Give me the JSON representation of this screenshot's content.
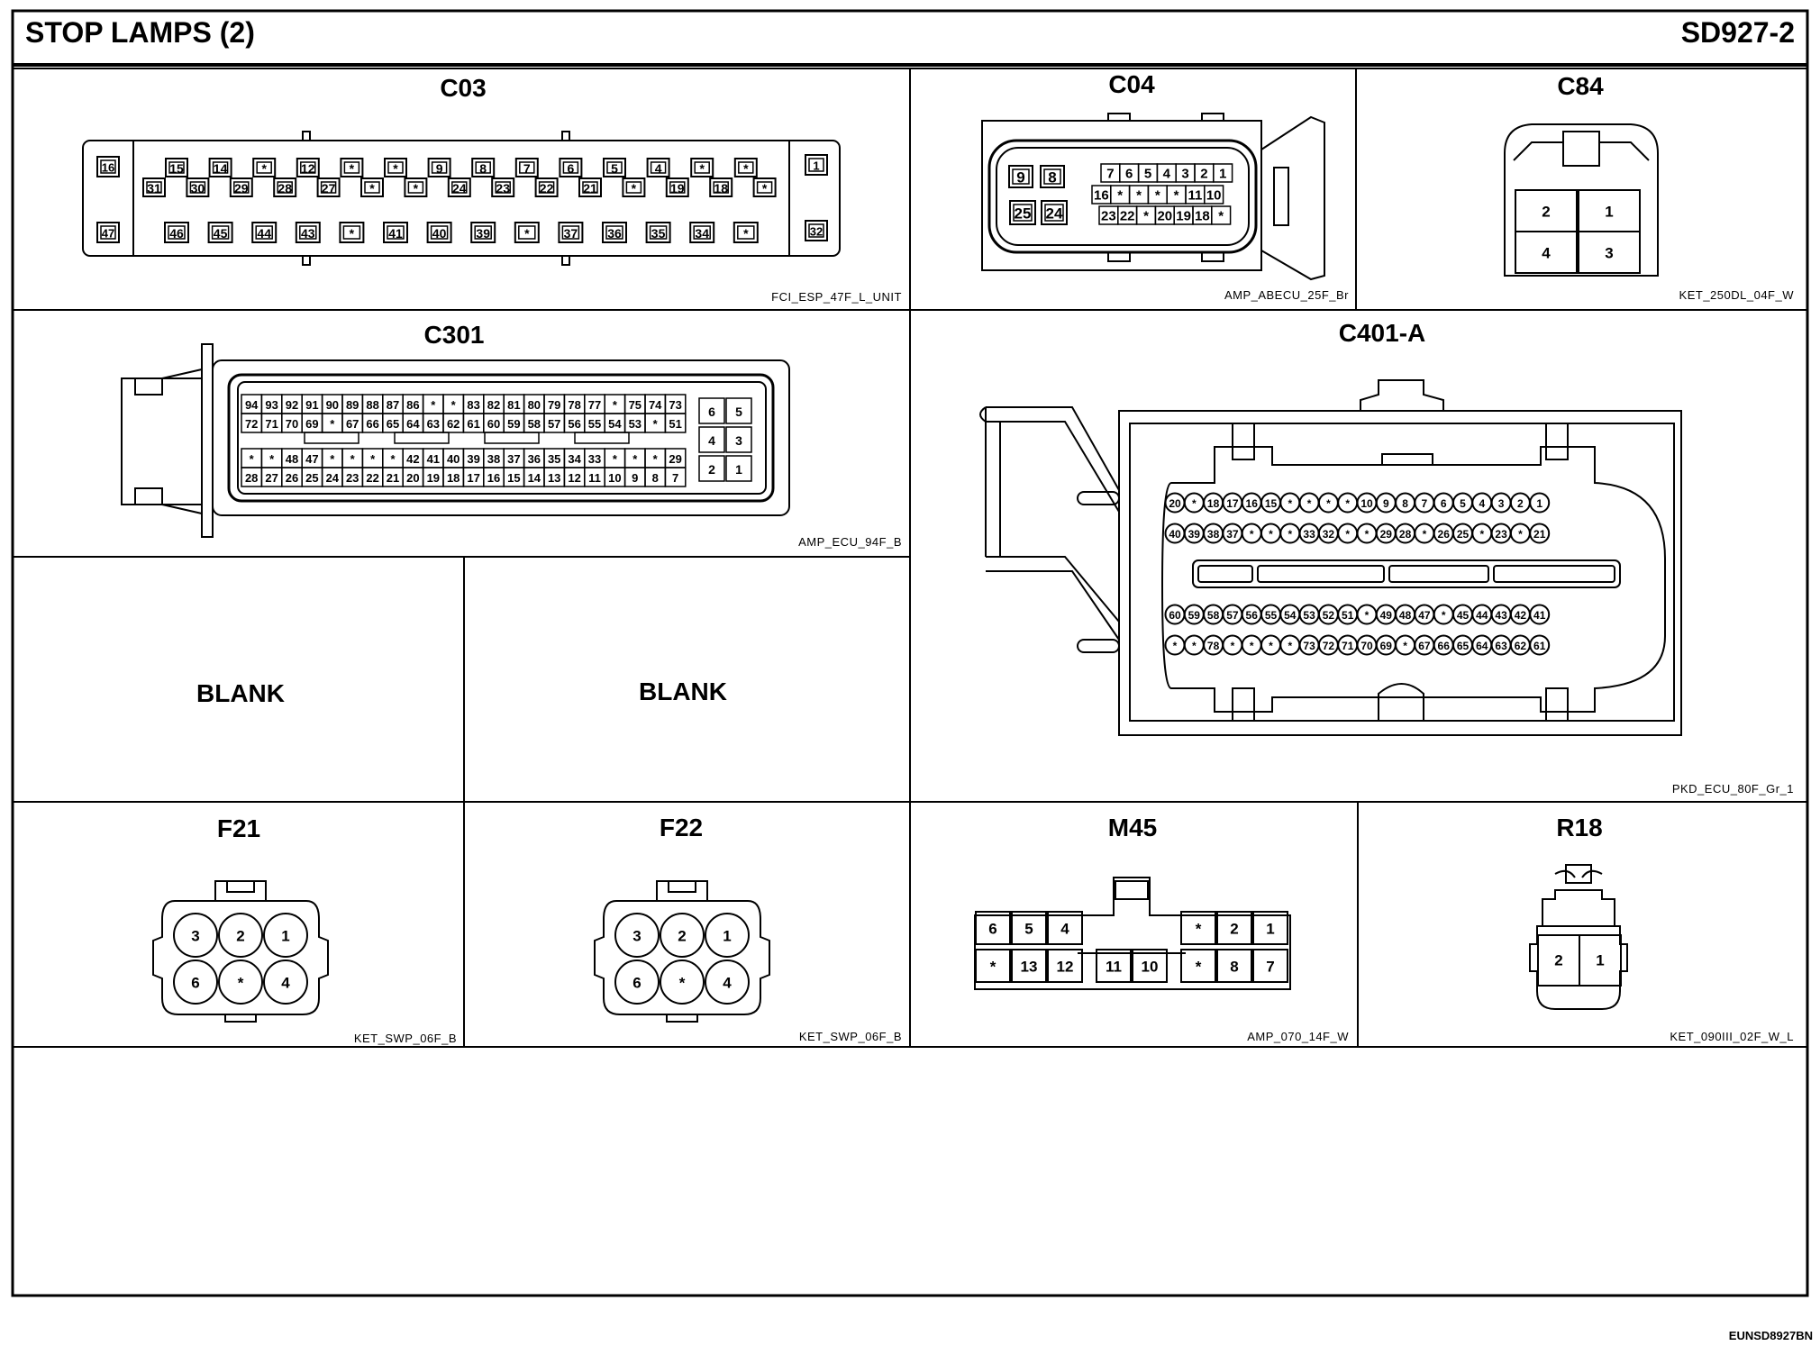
{
  "header": {
    "title": "STOP LAMPS (2)",
    "code": "SD927-2"
  },
  "document_id": "EUNSD8927BN",
  "blank_label": "BLANK",
  "connectors": {
    "C03": {
      "name": "C03",
      "part": "FCI_ESP_47F_L_UNIT",
      "row1": [
        "15",
        "14",
        "*",
        "12",
        "*",
        "*",
        "9",
        "8",
        "7",
        "6",
        "5",
        "4",
        "*",
        "*"
      ],
      "row2": [
        "31",
        "30",
        "29",
        "28",
        "27",
        "*",
        "*",
        "24",
        "23",
        "22",
        "21",
        "*",
        "19",
        "18",
        "*"
      ],
      "row3": [
        "46",
        "45",
        "44",
        "43",
        "*",
        "41",
        "40",
        "39",
        "*",
        "37",
        "36",
        "35",
        "34",
        "*"
      ],
      "left": [
        "16",
        "47"
      ],
      "right": [
        "1",
        "32"
      ]
    },
    "C04": {
      "name": "C04",
      "part": "AMP_ABECU_25F_Br",
      "left_top": [
        "9",
        "8"
      ],
      "left_bottom": [
        "25",
        "24"
      ],
      "row1": [
        "7",
        "6",
        "5",
        "4",
        "3",
        "2",
        "1"
      ],
      "row2": [
        "16",
        "*",
        "*",
        "*",
        "*",
        "11",
        "10"
      ],
      "row3": [
        "23",
        "22",
        "*",
        "20",
        "19",
        "18",
        "*"
      ]
    },
    "C84": {
      "name": "C84",
      "part": "KET_250DL_04F_W",
      "pins": [
        "2",
        "1",
        "4",
        "3"
      ]
    },
    "C301": {
      "name": "C301",
      "part": "AMP_ECU_94F_B",
      "row1": [
        "94",
        "93",
        "92",
        "91",
        "90",
        "89",
        "88",
        "87",
        "86",
        "*",
        "*",
        "83",
        "82",
        "81",
        "80",
        "79",
        "78",
        "77",
        "*",
        "75",
        "74",
        "73"
      ],
      "row2": [
        "72",
        "71",
        "70",
        "69",
        "*",
        "67",
        "66",
        "65",
        "64",
        "63",
        "62",
        "61",
        "60",
        "59",
        "58",
        "57",
        "56",
        "55",
        "54",
        "53",
        "*",
        "51"
      ],
      "row3": [
        "*",
        "*",
        "48",
        "47",
        "*",
        "*",
        "*",
        "*",
        "42",
        "41",
        "40",
        "39",
        "38",
        "37",
        "36",
        "35",
        "34",
        "33",
        "*",
        "*",
        "*",
        "29"
      ],
      "row4": [
        "28",
        "27",
        "26",
        "25",
        "24",
        "23",
        "22",
        "21",
        "20",
        "19",
        "18",
        "17",
        "16",
        "15",
        "14",
        "13",
        "12",
        "11",
        "10",
        "9",
        "8",
        "7"
      ],
      "side": [
        "6",
        "5",
        "4",
        "3",
        "2",
        "1"
      ]
    },
    "C401A": {
      "name": "C401-A",
      "part": "PKD_ECU_80F_Gr_1",
      "row1": [
        "20",
        "*",
        "18",
        "17",
        "16",
        "15",
        "*",
        "*",
        "*",
        "*",
        "10",
        "9",
        "8",
        "7",
        "6",
        "5",
        "4",
        "3",
        "2",
        "1"
      ],
      "row2": [
        "40",
        "39",
        "38",
        "37",
        "*",
        "*",
        "*",
        "33",
        "32",
        "*",
        "*",
        "29",
        "28",
        "*",
        "26",
        "25",
        "*",
        "23",
        "*",
        "21"
      ],
      "row3": [
        "60",
        "59",
        "58",
        "57",
        "56",
        "55",
        "54",
        "53",
        "52",
        "51",
        "*",
        "49",
        "48",
        "47",
        "*",
        "45",
        "44",
        "43",
        "42",
        "41"
      ],
      "row4": [
        "*",
        "*",
        "78",
        "*",
        "*",
        "*",
        "*",
        "73",
        "72",
        "71",
        "70",
        "69",
        "*",
        "67",
        "66",
        "65",
        "64",
        "63",
        "62",
        "61"
      ]
    },
    "F21": {
      "name": "F21",
      "part": "KET_SWP_06F_B",
      "pins": [
        "3",
        "2",
        "1",
        "6",
        "*",
        "4"
      ]
    },
    "F22": {
      "name": "F22",
      "part": "KET_SWP_06F_B",
      "pins": [
        "3",
        "2",
        "1",
        "6",
        "*",
        "4"
      ]
    },
    "M45": {
      "name": "M45",
      "part": "AMP_070_14F_W",
      "left_top": [
        "6",
        "5",
        "4"
      ],
      "left_bottom": [
        "*",
        "13",
        "12"
      ],
      "center": [
        "11",
        "10"
      ],
      "right_top": [
        "*",
        "2",
        "1"
      ],
      "right_bottom": [
        "*",
        "8",
        "7"
      ]
    },
    "R18": {
      "name": "R18",
      "part": "KET_090III_02F_W_L",
      "pins": [
        "2",
        "1"
      ]
    }
  }
}
